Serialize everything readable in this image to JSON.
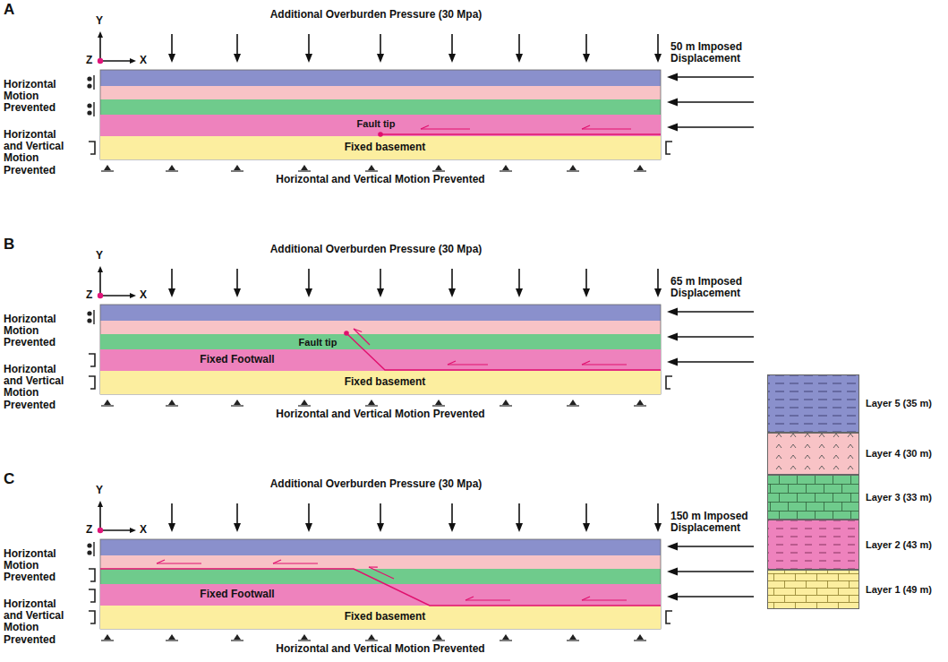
{
  "diagram": {
    "nodes": [
      {
        "text": [
          "Fault tip"
        ]
      },
      {
        "text": [
          "Fixed basement"
        ]
      },
      {
        "text": [
          "Fault tip"
        ]
      },
      {
        "text": [
          "Fixed Footwall"
        ]
      },
      {
        "text": [
          "Fixed basement"
        ]
      },
      {
        "text": [
          "Fixed Footwall"
        ]
      },
      {
        "text": [
          "Fixed basement"
        ]
      }
    ],
    "labels": [
      "A",
      "Additional Overburden Pressure (30 Mpa)",
      "Y",
      "Z",
      "X",
      "50 m Imposed Displacement",
      "Horizontal Motion Prevented",
      "Horizontal and Vertical Motion Prevented",
      "Horizontal and Vertical Motion Prevented",
      "B",
      "Additional Overburden Pressure (30 Mpa)",
      "Y",
      "Z",
      "X",
      "65 m Imposed Displacement",
      "Horizontal Motion Prevented",
      "Horizontal and Vertical Motion Prevented",
      "Horizontal and Vertical Motion Prevented",
      "C",
      "Additional Overburden Pressure (30 Mpa)",
      "Y",
      "Z",
      "X",
      "150 m Imposed Displacement",
      "Horizontal Motion Prevented",
      "Horizontal and Vertical Motion Prevented",
      "Horizontal and Vertical Motion Prevented"
    ],
    "legend": [
      {
        "text": "Layer 5 (35 m)",
        "color": "#8a90cc"
      },
      {
        "text": "Layer 4 (30 m)",
        "color": "#f8c3c6"
      },
      {
        "text": "Layer 3 (33 m)",
        "color": "#6fcb8c"
      },
      {
        "text": "Layer 2 (43 m)",
        "color": "#ee82bd"
      },
      {
        "text": "Layer 1 (49 m)",
        "color": "#fcee9f"
      }
    ]
  }
}
